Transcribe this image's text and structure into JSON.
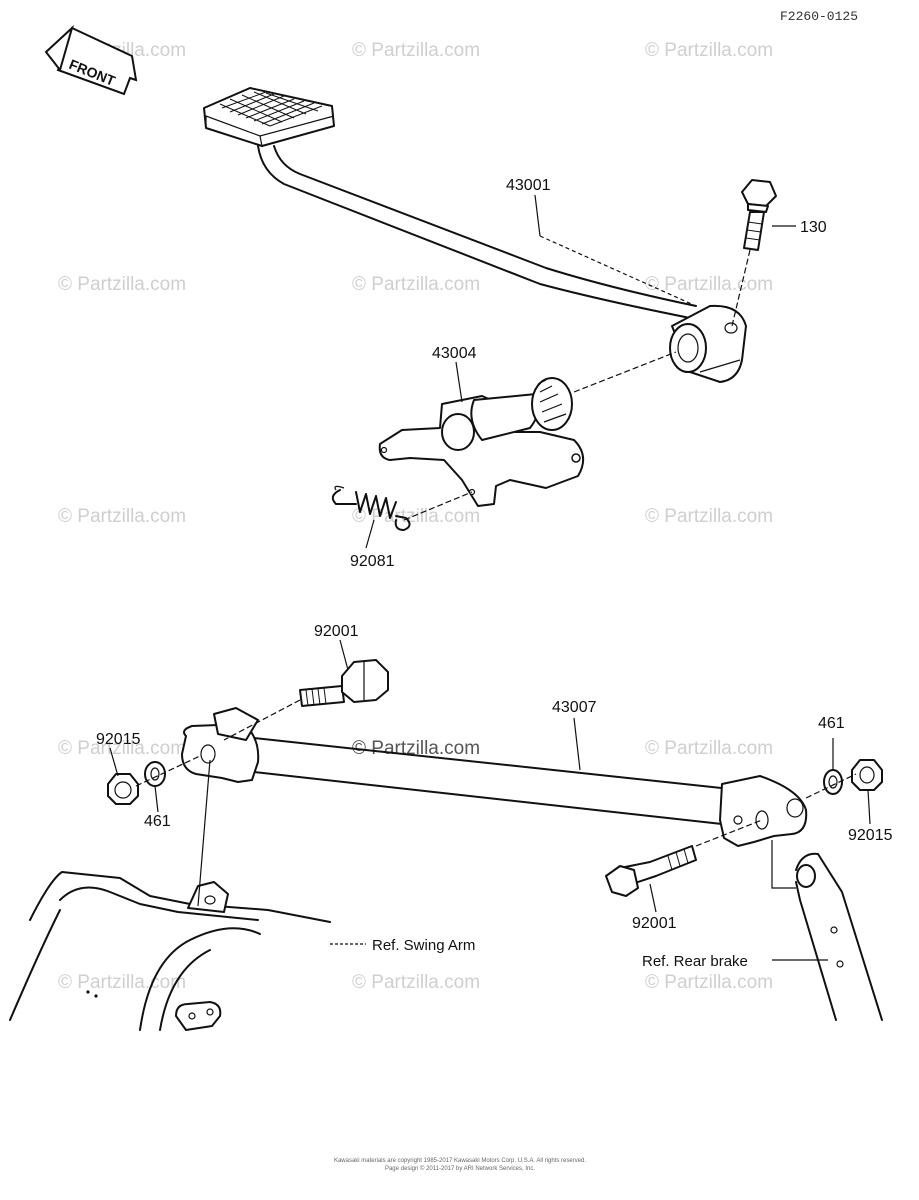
{
  "diagram_code": "F2260-0125",
  "front_arrow_label": "FRONT",
  "watermark_text": "© Partzilla.com",
  "parts": {
    "pedal": "43001",
    "bolt_130": "130",
    "shaft_lever": "43004",
    "spring": "92081",
    "bolt_upper": "92001",
    "rod": "43007",
    "nut_left": "92015",
    "washer_left": "461",
    "washer_right": "461",
    "nut_right": "92015",
    "bolt_lower": "92001"
  },
  "references": {
    "swing_arm": "Ref. Swing Arm",
    "rear_brake": "Ref. Rear brake"
  },
  "footer": {
    "line1": "Kawasaki materials are copyright 1985-2017 Kawasaki Motors Corp. U.S.A. All rights reserved.",
    "line2": "Page design © 2011-2017 by ARI Network Services, Inc."
  }
}
